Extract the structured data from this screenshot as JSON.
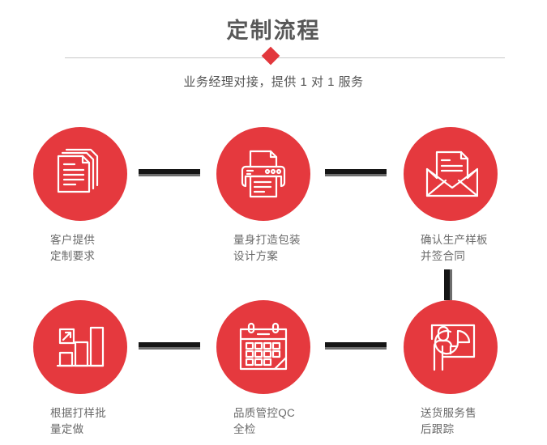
{
  "header": {
    "title": "定制流程",
    "subtitle": "业务经理对接，提供 1 对 1 服务",
    "accent_color": "#e2373c",
    "divider_color": "#c9c9c9",
    "title_color": "#585858"
  },
  "theme": {
    "circle_color": "#e5393e",
    "icon_stroke": "#ffffff",
    "connector_dark": "#151515",
    "connector_grey": "#6d6d6d",
    "label_color": "#6a6a6a",
    "background": "#ffffff"
  },
  "steps": [
    {
      "index": 1,
      "icon": "documents-stack-icon",
      "label": "客户提供\n定制要求"
    },
    {
      "index": 2,
      "icon": "printer-icon",
      "label": "量身打造包装\n设计方案"
    },
    {
      "index": 3,
      "icon": "envelope-document-icon",
      "label": "确认生产样板\n并签合同"
    },
    {
      "index": 4,
      "icon": "bar-chart-growth-icon",
      "label": "根据打样批\n量定做"
    },
    {
      "index": 5,
      "icon": "calendar-icon",
      "label": "品质管控QC\n全检"
    },
    {
      "index": 6,
      "icon": "presentation-person-icon",
      "label": "送货服务售\n后跟踪"
    }
  ],
  "connectors": [
    {
      "id": "connector-1-2",
      "orientation": "horizontal"
    },
    {
      "id": "connector-2-3",
      "orientation": "horizontal"
    },
    {
      "id": "connector-3-4",
      "orientation": "vertical"
    },
    {
      "id": "connector-4-5",
      "orientation": "horizontal"
    },
    {
      "id": "connector-5-6",
      "orientation": "horizontal"
    }
  ]
}
